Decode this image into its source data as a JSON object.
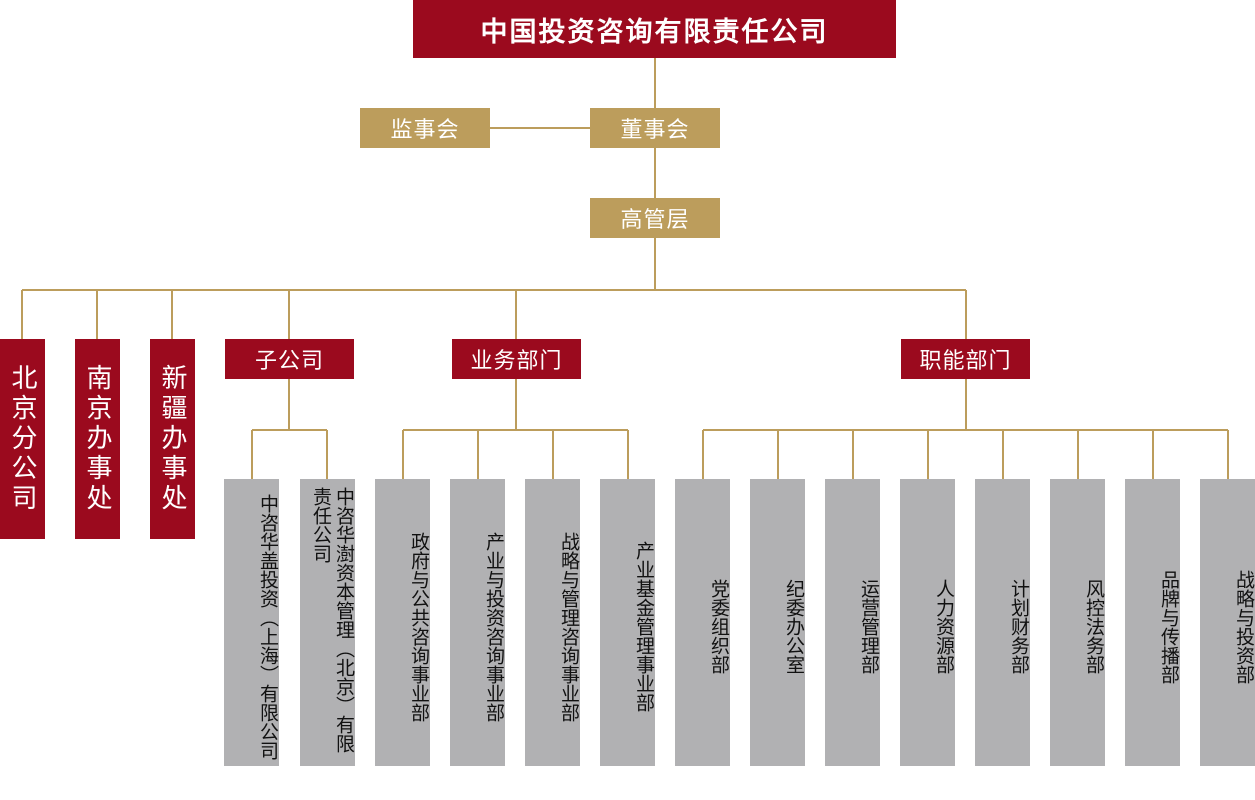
{
  "root": "中国投资咨询有限责任公司",
  "supervisory_board": "监事会",
  "board": "董事会",
  "senior_management": "高管层",
  "branches": [
    "北京分公司",
    "南京办事处",
    "新疆办事处"
  ],
  "subsidiaries": {
    "label": "子公司",
    "items": [
      "中咨华盖投资（上海）有限公司",
      "中咨华澍资本管理（北京）有限责任公司"
    ]
  },
  "business": {
    "label": "业务部门",
    "items": [
      "政府与公共咨询事业部",
      "产业与投资咨询事业部",
      "战略与管理咨询事业部",
      "产业基金管理事业部"
    ]
  },
  "functional": {
    "label": "职能部门",
    "items": [
      "党委组织部",
      "纪委办公室",
      "运营管理部",
      "人力资源部",
      "计划财务部",
      "风控法务部",
      "品牌与传播部",
      "战略与投资部"
    ]
  },
  "colors": {
    "red": "#9b0a1e",
    "gold": "#bc9d5c",
    "grey": "#b1b1b3",
    "line": "#bc9d5c"
  }
}
